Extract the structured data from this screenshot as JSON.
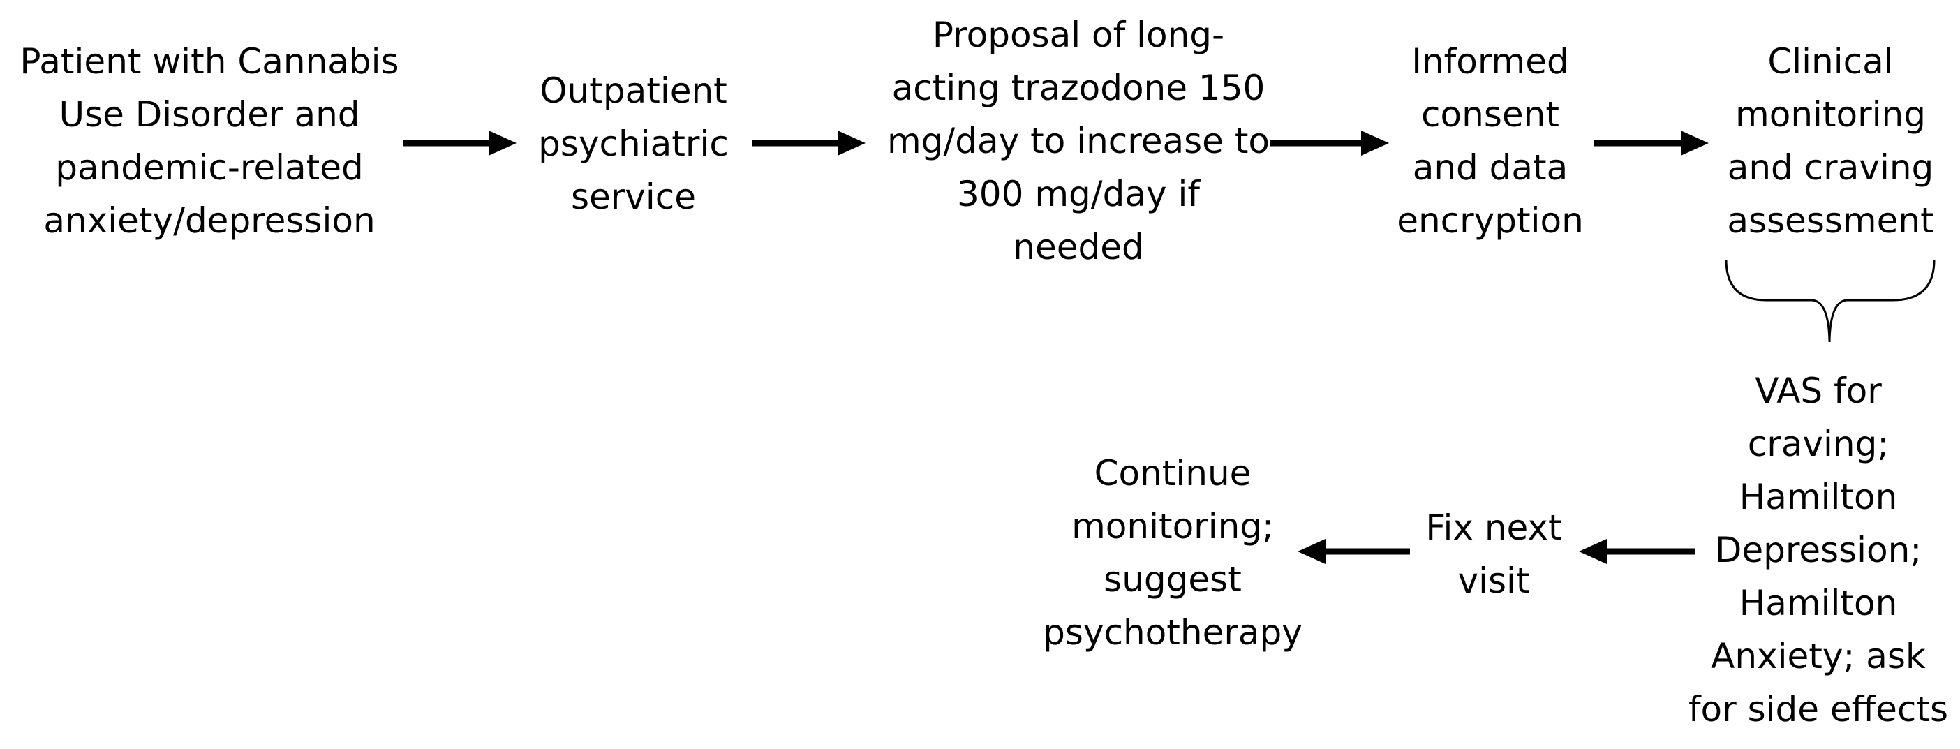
{
  "nodes": {
    "patient": {
      "lines": [
        "Patient with Cannabis",
        "Use Disorder and",
        "pandemic-related",
        "anxiety/depression"
      ]
    },
    "outpatient": {
      "lines": [
        "Outpatient",
        "psychiatric",
        "service"
      ]
    },
    "proposal": {
      "lines": [
        "Proposal of long-",
        "acting trazodone 150",
        "mg/day to increase to",
        "300 mg/day if",
        "needed"
      ]
    },
    "consent": {
      "lines": [
        "Informed",
        "consent",
        "and data",
        "encryption"
      ]
    },
    "monitoring": {
      "lines": [
        "Clinical",
        "monitoring",
        "and craving",
        "assessment"
      ]
    },
    "scales": {
      "lines": [
        "VAS for",
        "craving;",
        "Hamilton",
        "Depression;",
        "Hamilton",
        "Anxiety; ask",
        "for side effects"
      ]
    },
    "next_visit": {
      "lines": [
        "Fix next",
        "visit"
      ]
    },
    "continue": {
      "lines": [
        "Continue",
        "monitoring;",
        "suggest",
        "psychotherapy"
      ]
    }
  },
  "colors": {
    "text": "#000000",
    "arrow": "#000000",
    "background": "#ffffff"
  }
}
